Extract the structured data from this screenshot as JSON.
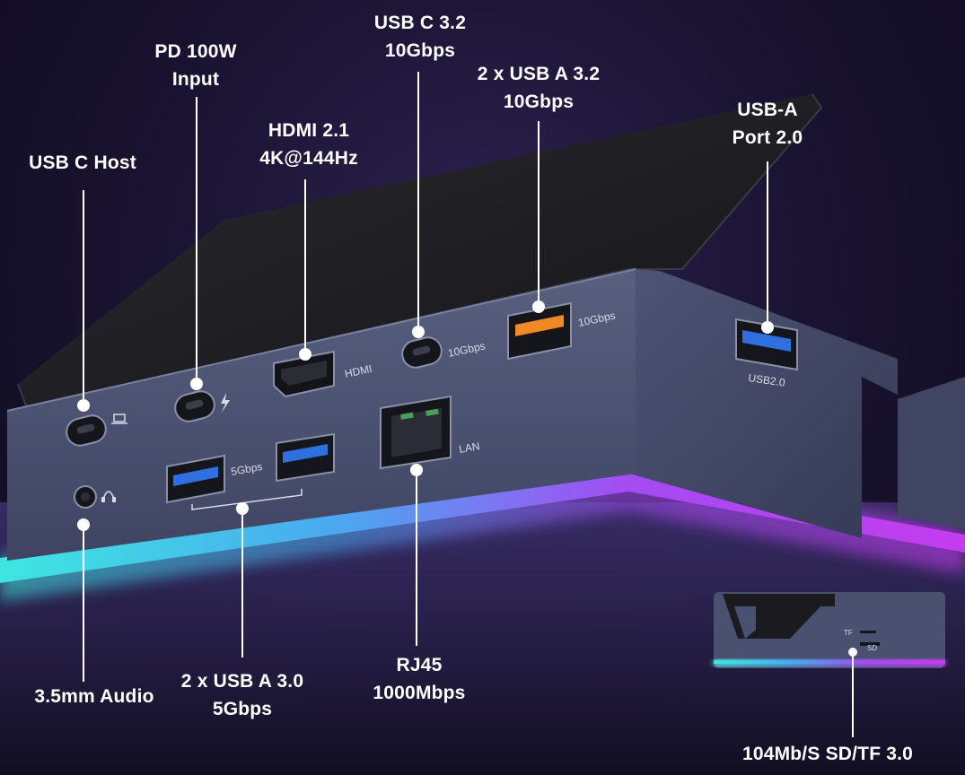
{
  "callouts": {
    "usb_c_host": {
      "line1": "USB C Host"
    },
    "pd_input": {
      "line1": "PD 100W",
      "line2": "Input"
    },
    "hdmi": {
      "line1": "HDMI 2.1",
      "line2": "4K@144Hz"
    },
    "usb_c_32": {
      "line1": "USB C 3.2",
      "line2": "10Gbps"
    },
    "usb_a_32": {
      "line1": "2 x USB A 3.2",
      "line2": "10Gbps"
    },
    "usb_a_20": {
      "line1": "USB-A",
      "line2": "Port 2.0"
    },
    "audio": {
      "line1": "3.5mm Audio"
    },
    "usb_a_30": {
      "line1": "2 x USB A 3.0",
      "line2": "5Gbps"
    },
    "rj45": {
      "line1": "RJ45",
      "line2": "1000Mbps"
    },
    "sd_tf": {
      "line1": "104Mb/S SD/TF 3.0"
    }
  },
  "port_labels": {
    "hdmi": "HDMI",
    "usbc_speed": "10Gbps",
    "usba_speed": "10Gbps",
    "usb2": "USB2.0",
    "usb30_speed": "5Gbps",
    "lan": "LAN",
    "tf": "TF",
    "sd": "SD"
  },
  "colors": {
    "usb3_blue": "#2f6fe0",
    "usb32_orange": "#f08a24",
    "glow_cyan": "#3ee6e0",
    "glow_magenta": "#c43cf0",
    "chassis": "#4a5170"
  }
}
